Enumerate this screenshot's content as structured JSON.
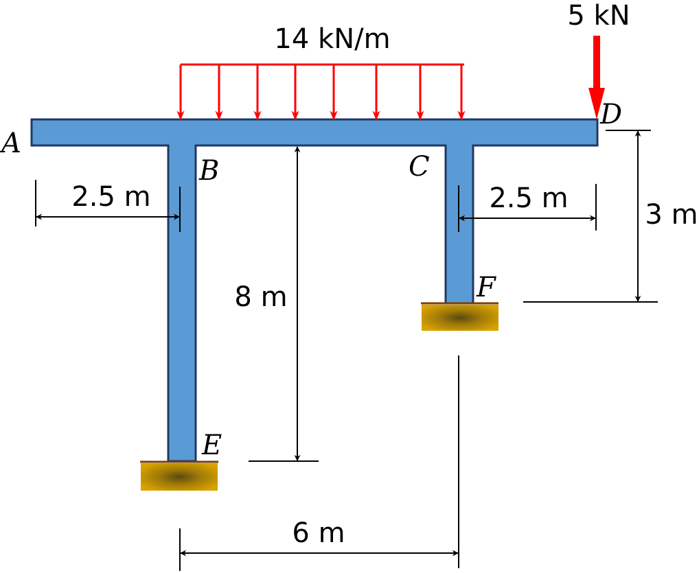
{
  "loads": {
    "distributed": "14 kN/m",
    "point": "5 kN"
  },
  "points": {
    "a": "A",
    "b": "B",
    "c": "C",
    "d": "D",
    "e": "E",
    "f": "F"
  },
  "dimensions": {
    "left_overhang": "2.5 m",
    "right_overhang": "2.5 m",
    "height_be": "8 m",
    "height_cf": "3 m",
    "span_bc": "6 m"
  },
  "colors": {
    "member_fill": "#5b9bd5",
    "member_stroke": "#1f3864",
    "load": "#ff0000",
    "support": "#c99500",
    "dimension": "#000000"
  }
}
